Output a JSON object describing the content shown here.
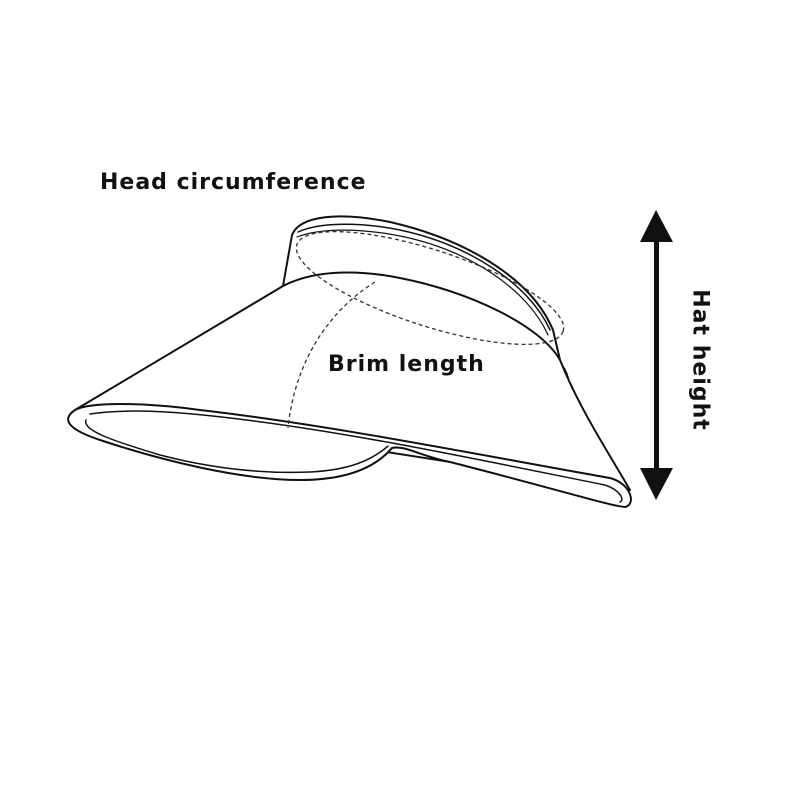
{
  "labels": {
    "head_circumference": "Head circumference",
    "brim_length": "Brim length",
    "hat_height": "Hat height"
  },
  "colors": {
    "line": "#111111",
    "background": "#ffffff"
  }
}
